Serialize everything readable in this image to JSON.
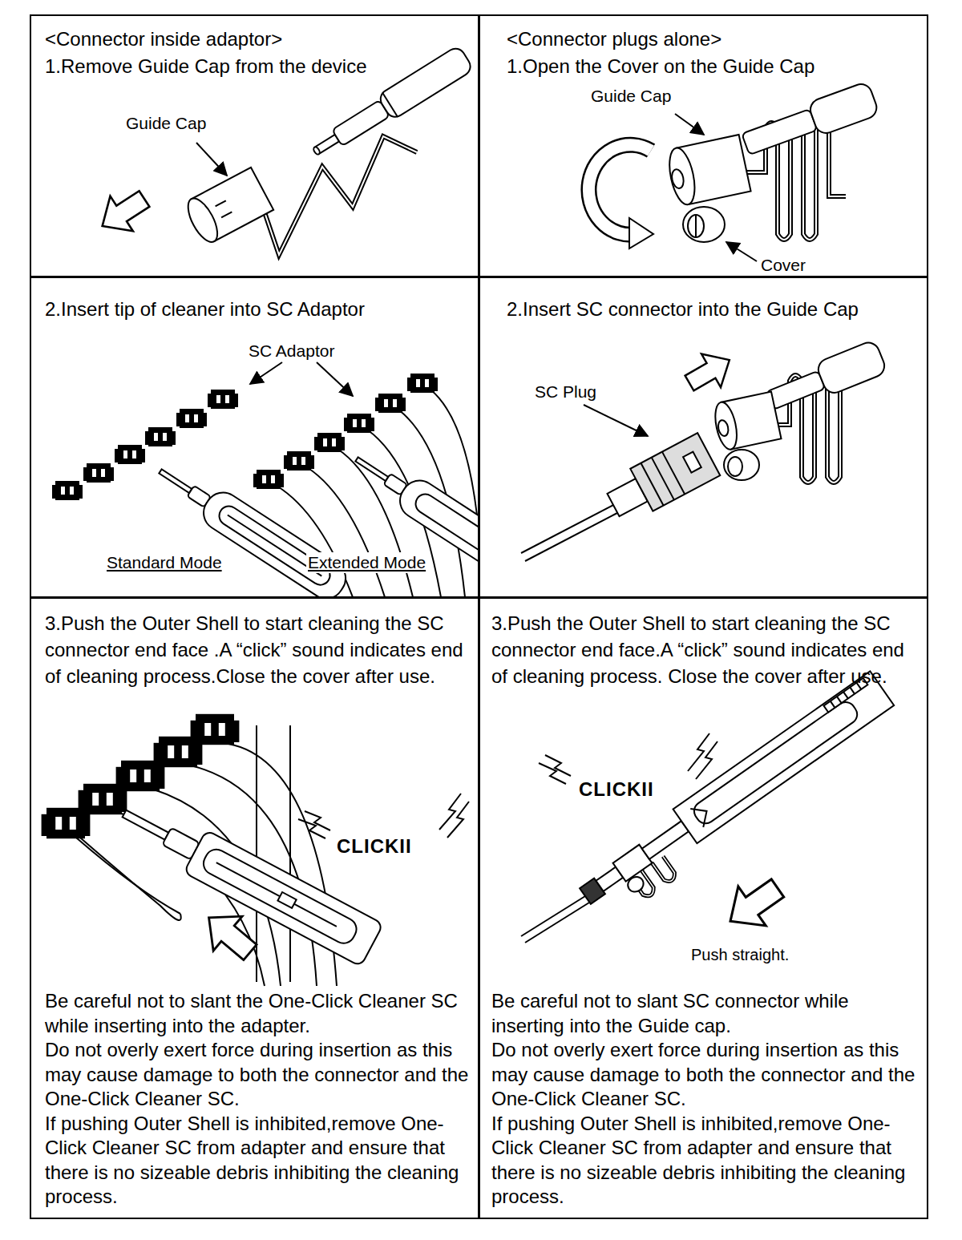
{
  "diagram": {
    "nodes": [
      {
        "text": [
          "<Connector inside adaptor>",
          "1.Remove Guide Cap from the device"
        ]
      },
      {
        "text": [
          "<Connector plugs alone>",
          "1.Open the Cover on the Guide Cap"
        ]
      },
      {
        "text": [
          "2.Insert tip of cleaner into SC Adaptor"
        ]
      },
      {
        "text": [
          "2.Insert SC connector into the Guide Cap"
        ]
      },
      {
        "text": [
          "3.Push the Outer Shell to start cleaning the SC connector end face .A “click” sound indicates end of cleaning process.Close the cover after use.",
          "Be careful not to slant the One-Click Cleaner SC while inserting into the adapter.",
          "Do not overly exert force during insertion as this may cause damage to both the connector and the One-Click Cleaner SC.",
          "If pushing Outer Shell is inhibited,remove One-Click Cleaner SC from adapter and ensure that there is no sizeable debris inhibiting the cleaning process."
        ]
      },
      {
        "text": [
          "3.Push the Outer Shell to start cleaning the SC connector end face.A “click” sound indicates end of cleaning process. Close the cover after use.",
          "Be careful not to slant SC connector while inserting into the Guide cap.",
          "Do not overly exert force during insertion as this may cause damage to both the connector and the One-Click Cleaner SC.",
          "If pushing Outer Shell is inhibited,remove One-Click Cleaner SC from adapter and ensure that there is no sizeable debris inhibiting the cleaning process."
        ]
      }
    ],
    "labels": [
      "Guide Cap",
      "Guide Cap",
      "Cover",
      "SC Adaptor",
      "Standard Mode",
      "Extended Mode",
      "SC Plug",
      "CLICKII",
      "CLICKII",
      "Push straight."
    ]
  }
}
